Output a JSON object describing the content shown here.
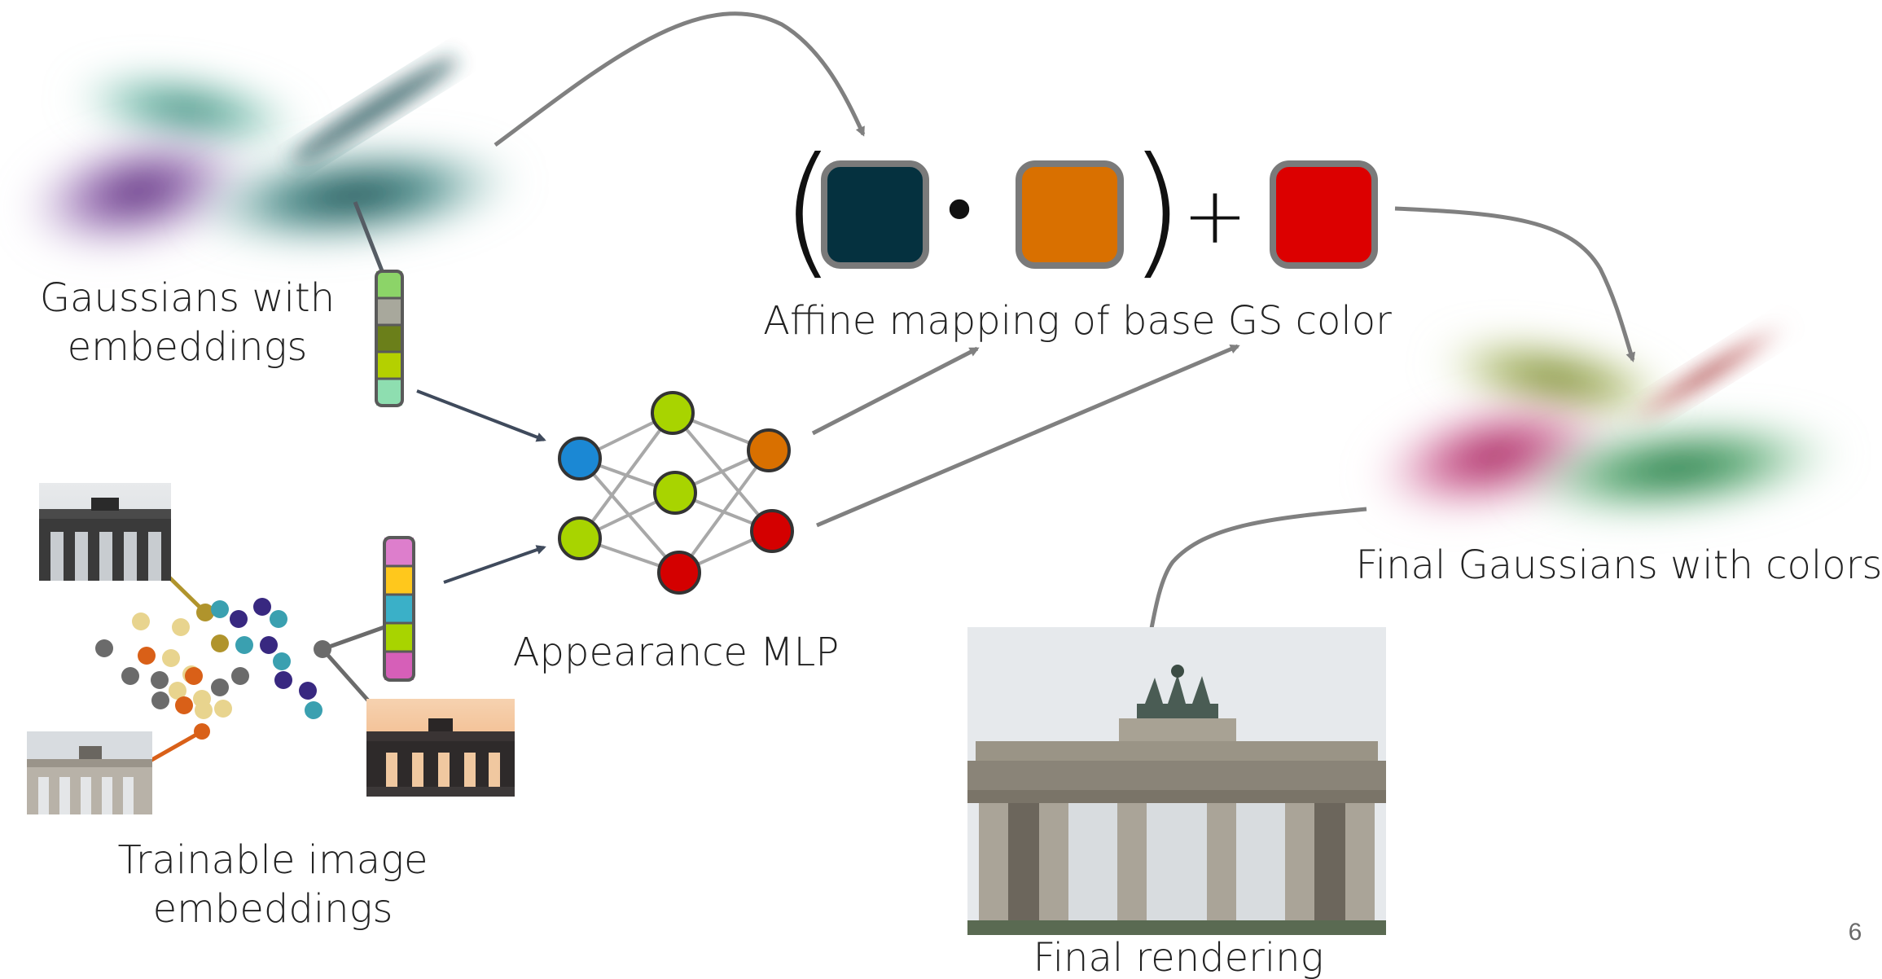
{
  "labels": {
    "gaussians_with_embeddings_line1": "Gaussians with",
    "gaussians_with_embeddings_line2": "embeddings",
    "affine_mapping": "Affine mapping of base GS color",
    "appearance_mlp": "Appearance MLP",
    "final_gaussians": "Final Gaussians with colors",
    "trainable_embeddings_line1": "Trainable image",
    "trainable_embeddings_line2": "embeddings",
    "final_rendering": "Final rendering",
    "page_number": "6"
  },
  "formula": {
    "open_paren": "(",
    "close_paren": ")",
    "dot": "•",
    "plus": "+",
    "colors": {
      "scale": "#05313f",
      "base": "#d97000",
      "offset": "#dc0000"
    }
  },
  "gaussian_embedding_colors": [
    "#8cd468",
    "#a8a89c",
    "#6b7f1a",
    "#b4d000",
    "#8edeb0"
  ],
  "image_embedding_colors": [
    "#dd7ecc",
    "#ffc81c",
    "#3ab0c8",
    "#a8d400",
    "#d65fb8"
  ],
  "mlp_colors": {
    "input_top": "#1b88d4",
    "input_bottom": "#a8d400",
    "hidden": "#a8d400",
    "hidden_bottom": "#d40000",
    "output_top": "#d97000",
    "output_bottom": "#d40000"
  }
}
